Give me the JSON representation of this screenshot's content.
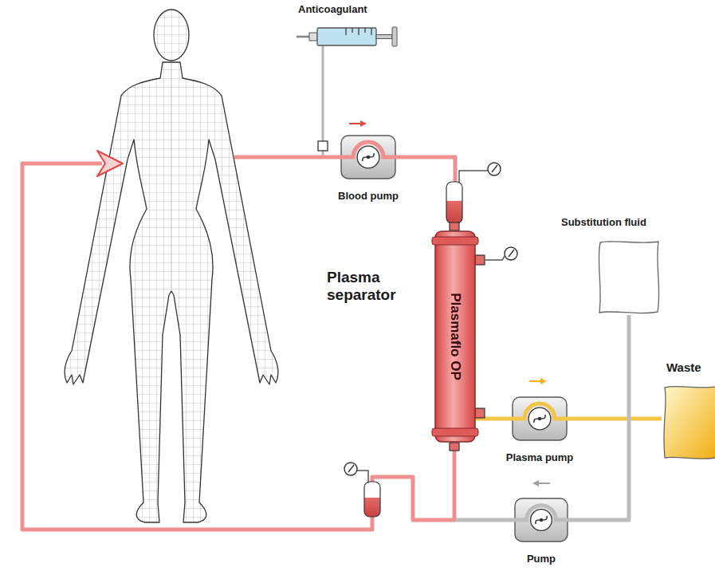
{
  "diagram": {
    "nodes": [
      {
        "text": [
          "Anticoagulant"
        ]
      },
      {
        "text": [
          "Blood pump"
        ]
      },
      {
        "text": [
          "Plasmaflo OP",
          "Plasma separator"
        ]
      },
      {
        "text": [
          "Substitution fluid"
        ]
      },
      {
        "text": [
          "Plasma pump"
        ]
      },
      {
        "text": [
          "Waste"
        ]
      },
      {
        "text": [
          "Pump"
        ]
      }
    ],
    "edges": [
      {
        "from": 0,
        "to": 1,
        "arrow": "none"
      },
      {
        "from": 1,
        "to": 2,
        "arrow": "none"
      },
      {
        "from": 2,
        "to": 4,
        "arrow": "none"
      },
      {
        "from": 4,
        "to": 5,
        "arrow": "none"
      },
      {
        "from": 3,
        "to": 6,
        "arrow": "none"
      }
    ]
  }
}
